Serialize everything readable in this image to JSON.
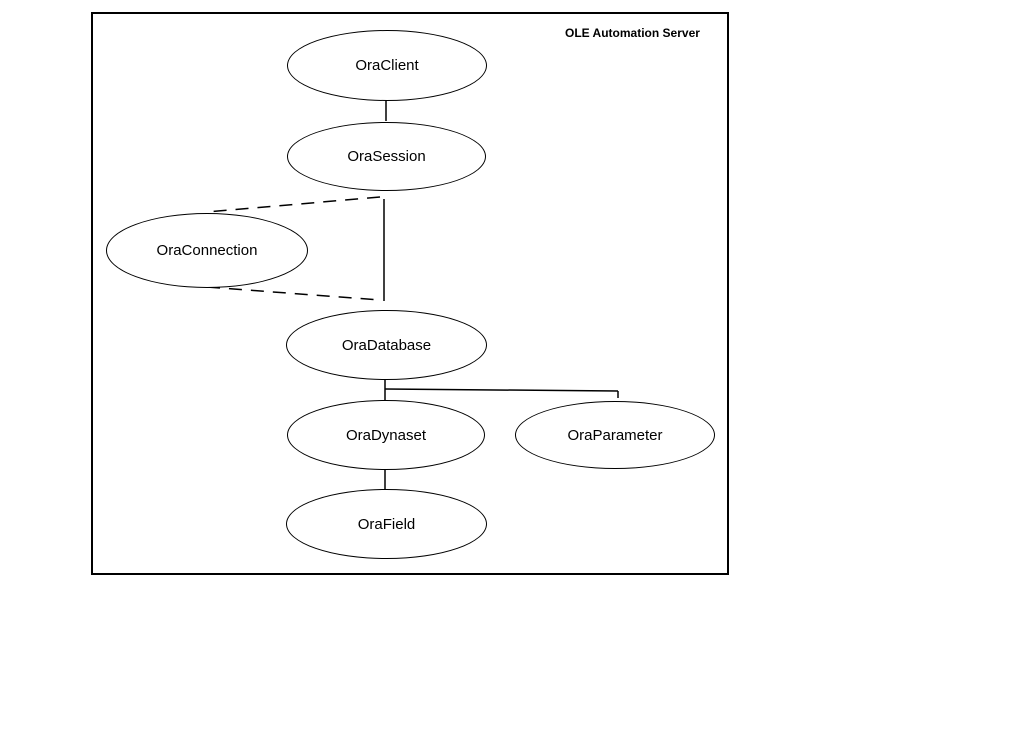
{
  "diagram": {
    "frame_label": "OLE Automation Server",
    "nodes": [
      {
        "id": "oraclient",
        "label": "OraClient"
      },
      {
        "id": "orasession",
        "label": "OraSession"
      },
      {
        "id": "oraconnection",
        "label": "OraConnection"
      },
      {
        "id": "oradatabase",
        "label": "OraDatabase"
      },
      {
        "id": "oradynaset",
        "label": "OraDynaset"
      },
      {
        "id": "oraparameter",
        "label": "OraParameter"
      },
      {
        "id": "orafield",
        "label": "OraField"
      }
    ],
    "edge_style": {
      "line_color": "#000000",
      "solid": "solid",
      "dashed": "dashed"
    }
  }
}
